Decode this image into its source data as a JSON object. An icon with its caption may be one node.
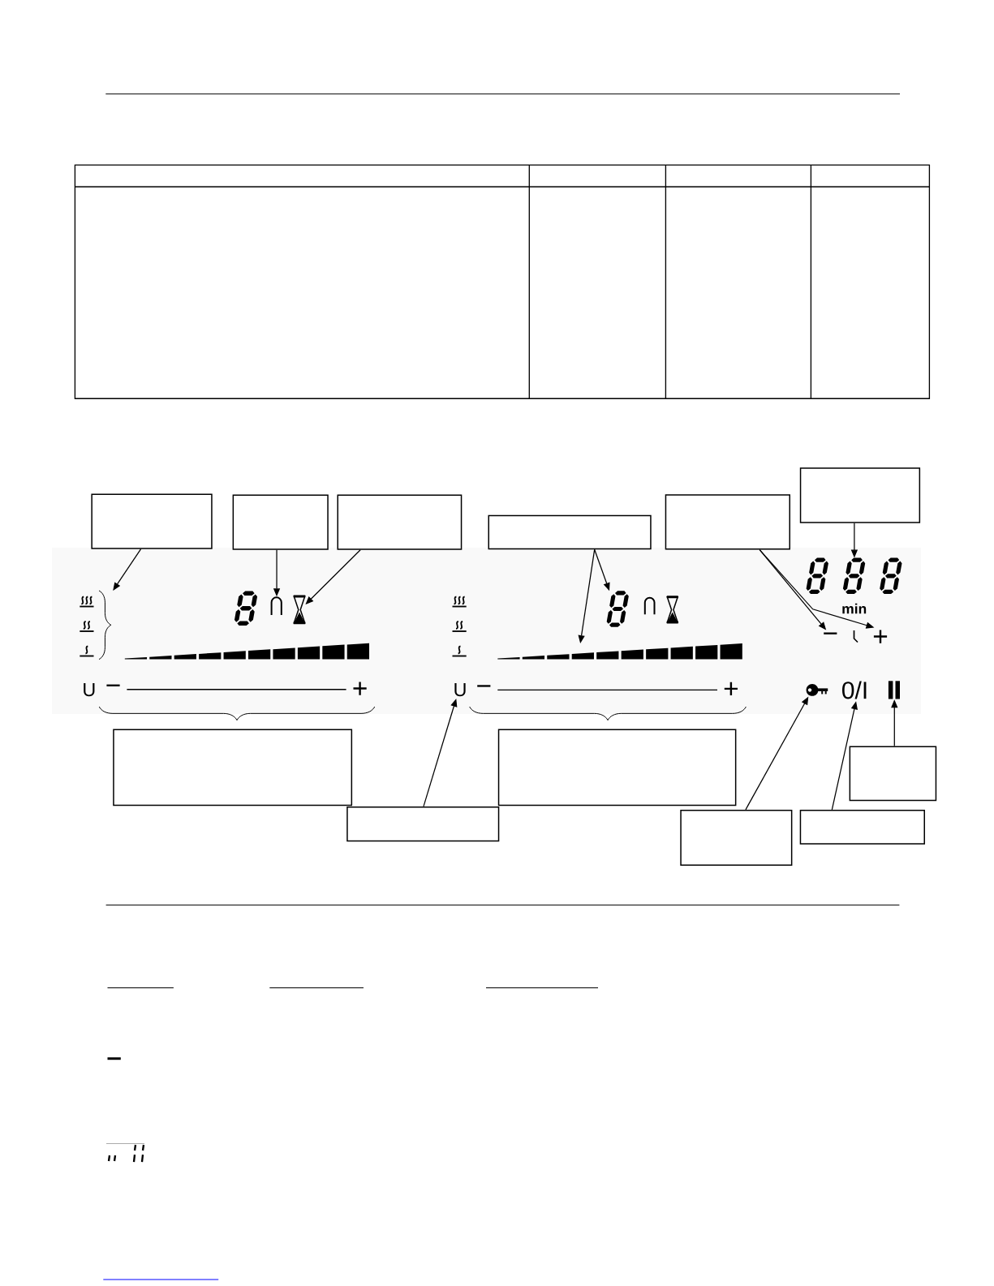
{
  "diagram": {
    "nodes": [
      {
        "text": [],
        "shape": "box"
      },
      {
        "text": [],
        "shape": "box"
      },
      {
        "text": [],
        "shape": "box"
      },
      {
        "text": [],
        "shape": "box"
      },
      {
        "text": [],
        "shape": "box"
      },
      {
        "text": [],
        "shape": "box"
      },
      {
        "text": [],
        "shape": "picture"
      },
      {
        "text": [],
        "shape": "bracket"
      },
      {
        "text": [],
        "shape": "picture"
      },
      {
        "text": [],
        "shape": "picture"
      },
      {
        "text": [],
        "shape": "picture"
      },
      {
        "text": [],
        "shape": "picture"
      },
      {
        "text": [],
        "shape": "picture"
      },
      {
        "text": [],
        "shape": "picture"
      },
      {
        "text": [],
        "shape": "bar"
      },
      {
        "text": [],
        "shape": "bar"
      },
      {
        "text": [
          "−"
        ]
      },
      {
        "text": [
          "+"
        ]
      },
      {
        "text": [
          "U"
        ]
      },
      {
        "text": [],
        "shape": "picture"
      },
      {
        "text": [
          "0/I"
        ]
      },
      {
        "text": [],
        "shape": "picture"
      },
      {
        "text": [],
        "shape": "box"
      },
      {
        "text": [],
        "shape": "box"
      },
      {
        "text": [],
        "shape": "box"
      },
      {
        "text": [],
        "shape": "box"
      },
      {
        "text": [],
        "shape": "box"
      },
      {
        "text": [],
        "shape": "box"
      }
    ],
    "edges": [
      {
        "from": 0,
        "to": 7,
        "arrow": "to"
      },
      {
        "from": 1,
        "to": 9,
        "arrow": "to"
      },
      {
        "from": 2,
        "to": 10,
        "arrow": "to"
      },
      {
        "from": 3,
        "to": 11,
        "arrow": "to"
      },
      {
        "from": 3,
        "to": 15,
        "arrow": "to"
      },
      {
        "from": 4,
        "to": 16,
        "arrow": "to"
      },
      {
        "from": 4,
        "to": 17,
        "arrow": "to"
      },
      {
        "from": 5,
        "to": 6,
        "arrow": "to"
      },
      {
        "from": 25,
        "to": 18,
        "arrow": "to"
      },
      {
        "from": 26,
        "to": 19,
        "arrow": "to"
      },
      {
        "from": 27,
        "to": 20,
        "arrow": "to"
      },
      {
        "from": 24,
        "to": 21,
        "arrow": "to"
      }
    ],
    "labels": [
      "min",
      "U",
      "−",
      "+",
      "−",
      "+"
    ]
  }
}
